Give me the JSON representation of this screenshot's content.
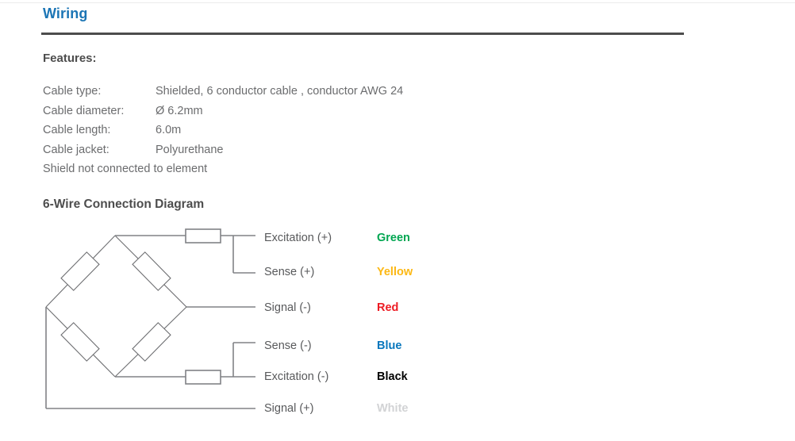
{
  "section": {
    "title": "Wiring"
  },
  "features": {
    "heading": "Features:",
    "rows": [
      {
        "label": "Cable type:",
        "value": "Shielded, 6 conductor cable , conductor AWG 24"
      },
      {
        "label": "Cable diameter:",
        "value": "Ø 6.2mm"
      },
      {
        "label": "Cable length:",
        "value": "6.0m"
      },
      {
        "label": "Cable jacket:",
        "value": "Polyurethane"
      }
    ],
    "note": "Shield not connected to element"
  },
  "diagram": {
    "heading": "6-Wire Connection Diagram",
    "wires": [
      {
        "label": "Excitation (+)",
        "color_name": "Green",
        "color_hex": "#00a651"
      },
      {
        "label": "Sense (+)",
        "color_name": "Yellow",
        "color_hex": "#fcb814"
      },
      {
        "label": "Signal (-)",
        "color_name": "Red",
        "color_hex": "#ed1c24"
      },
      {
        "label": "Sense (-)",
        "color_name": "Blue",
        "color_hex": "#0877bd"
      },
      {
        "label": "Excitation (-)",
        "color_name": "Black",
        "color_hex": "#000000"
      },
      {
        "label": "Signal (+)",
        "color_name": "White",
        "color_hex": "#d2d3d5"
      }
    ]
  },
  "theme": {
    "accent": "#1b75b5",
    "rule": "#4d4d4d",
    "text": "#58595b",
    "wire_line": "#808285",
    "bridge_line": "#6d6e71"
  }
}
